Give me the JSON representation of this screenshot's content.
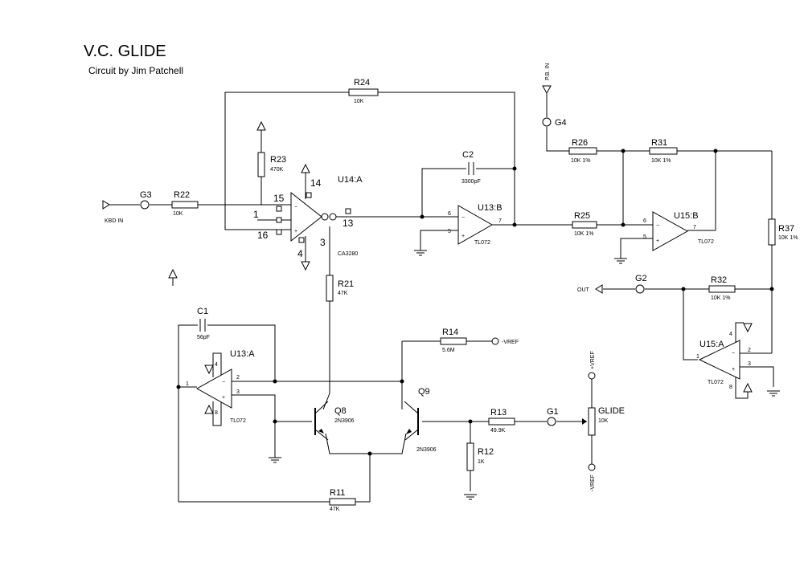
{
  "title": "V.C. GLIDE",
  "subtitle": "Circuit by Jim Patchell",
  "resistors": {
    "R24": {
      "name": "R24",
      "value": "10K"
    },
    "R22": {
      "name": "R22",
      "value": "10K"
    },
    "R23": {
      "name": "R23",
      "value": "470K"
    },
    "R21": {
      "name": "R21",
      "value": "47K"
    },
    "R26": {
      "name": "R26",
      "value": "10K 1%"
    },
    "R31": {
      "name": "R31",
      "value": "10K 1%"
    },
    "R25": {
      "name": "R25",
      "value": "10K 1%"
    },
    "R37": {
      "name": "R37",
      "value": "10K 1%"
    },
    "R32": {
      "name": "R32",
      "value": "10K 1%"
    },
    "R14": {
      "name": "R14",
      "value": "5.6M"
    },
    "R13": {
      "name": "R13",
      "value": "49.9K"
    },
    "R12": {
      "name": "R12",
      "value": "1K"
    },
    "R11": {
      "name": "R11",
      "value": "47K"
    }
  },
  "capacitors": {
    "C2": {
      "name": "C2",
      "value": "3300pF"
    },
    "C1": {
      "name": "C1",
      "value": "56pF"
    }
  },
  "amps": {
    "U14A": {
      "name": "U14:A",
      "part": "CA3280",
      "pins": [
        "15",
        "1",
        "16",
        "14",
        "13",
        "3",
        "4"
      ]
    },
    "U13B": {
      "name": "U13:B",
      "part": "TL072",
      "pins": [
        "6",
        "5",
        "7"
      ]
    },
    "U15B": {
      "name": "U15:B",
      "part": "TL072",
      "pins": [
        "6",
        "5",
        "7"
      ]
    },
    "U15A": {
      "name": "U15:A",
      "part": "TL072",
      "pins": [
        "2",
        "3",
        "1",
        "4",
        "8"
      ]
    },
    "U13A": {
      "name": "U13:A",
      "part": "TL072",
      "pins": [
        "2",
        "3",
        "1",
        "4",
        "8"
      ]
    }
  },
  "transistors": {
    "Q8": {
      "name": "Q8",
      "part": "2N3906"
    },
    "Q9": {
      "name": "Q9",
      "part": "2N3906"
    }
  },
  "pot": {
    "name": "GLIDE",
    "value": "10K"
  },
  "nodes": {
    "G1": "G1",
    "G2": "G2",
    "G3": "G3",
    "G4": "G4"
  },
  "ports": {
    "kbd_in": "KBD IN",
    "pb_in": "P.B. IN",
    "out": "OUT",
    "vref_neg": "-VREF",
    "vref_pos": "+VREF",
    "vref_neg2": "-VREF"
  }
}
